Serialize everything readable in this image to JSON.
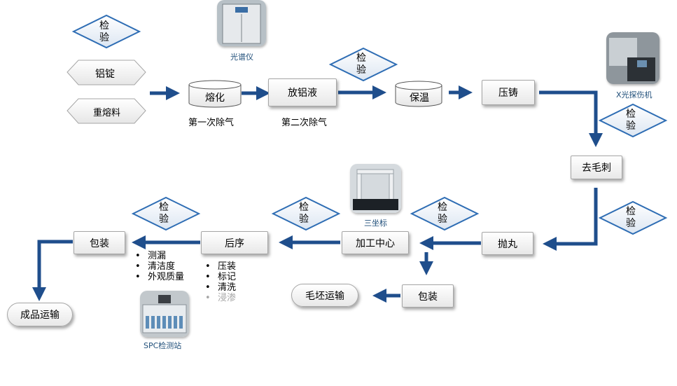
{
  "inspect_label": "检\n验",
  "materials": {
    "aluminum_ingot": "铝锭",
    "remelt": "重熔料"
  },
  "nodes": {
    "melt": "熔化",
    "tap": "放铝液",
    "hold": "保温",
    "die_cast": "压铸",
    "deburr": "去毛刺",
    "shot_blast": "抛丸",
    "machining": "加工中心",
    "post_process": "后序",
    "pack_final": "包装",
    "pack_blank": "包装",
    "blank_transport": "毛坯运输",
    "finished_transport": "成品运输"
  },
  "degas": {
    "first": "第一次除气",
    "second": "第二次除气"
  },
  "equipment": {
    "spectrometer": "光谱仪",
    "xray": "X光探伤机",
    "cmm": "三坐标",
    "spc": "SPC检测站"
  },
  "post_process_steps": [
    "压装",
    "标记",
    "清洗",
    "浸渗"
  ],
  "packing_checks": [
    "测漏",
    "清洁度",
    "外观质量"
  ],
  "colors": {
    "arrow": "#1f4e8c",
    "diamond_edge": "#2e6db4",
    "diamond_fill": "#e9f0f9"
  }
}
